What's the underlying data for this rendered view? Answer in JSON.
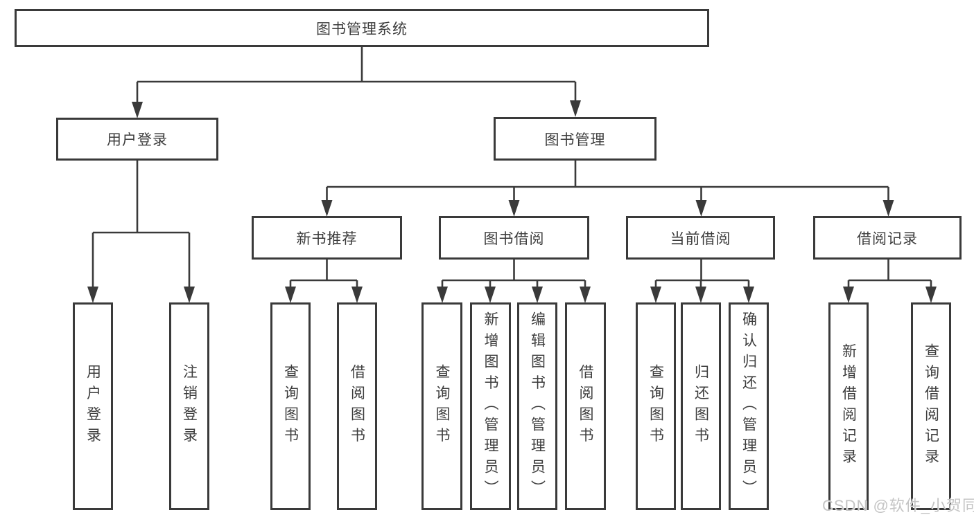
{
  "diagram": {
    "root": {
      "label": "图书管理系统"
    },
    "level2": [
      {
        "label": "用户登录"
      },
      {
        "label": "图书管理"
      }
    ],
    "level3": [
      {
        "label": "新书推荐"
      },
      {
        "label": "图书借阅"
      },
      {
        "label": "当前借阅"
      },
      {
        "label": "借阅记录"
      }
    ],
    "leaves": {
      "user_login": [
        {
          "label": "用户登录"
        },
        {
          "label": "注销登录"
        }
      ],
      "new_book_recommend": [
        {
          "label": "查询图书"
        },
        {
          "label": "借阅图书"
        }
      ],
      "book_borrow": [
        {
          "label": "查询图书"
        },
        {
          "label": "新增图书（管理员）"
        },
        {
          "label": "编辑图书（管理员）"
        },
        {
          "label": "借阅图书"
        }
      ],
      "current_borrow": [
        {
          "label": "查询图书"
        },
        {
          "label": "归还图书"
        },
        {
          "label": "确认归还（管理员）"
        }
      ],
      "borrow_records": [
        {
          "label": "新增借阅记录"
        },
        {
          "label": "查询借阅记录"
        }
      ]
    }
  },
  "watermark": {
    "text": "CSDN @软件_小贺同学"
  },
  "colors": {
    "line": "#3a3a3a",
    "box_border": "#3a3a3a",
    "text": "#3c3c3c",
    "watermark": "#c4c4c4",
    "background": "#ffffff"
  }
}
